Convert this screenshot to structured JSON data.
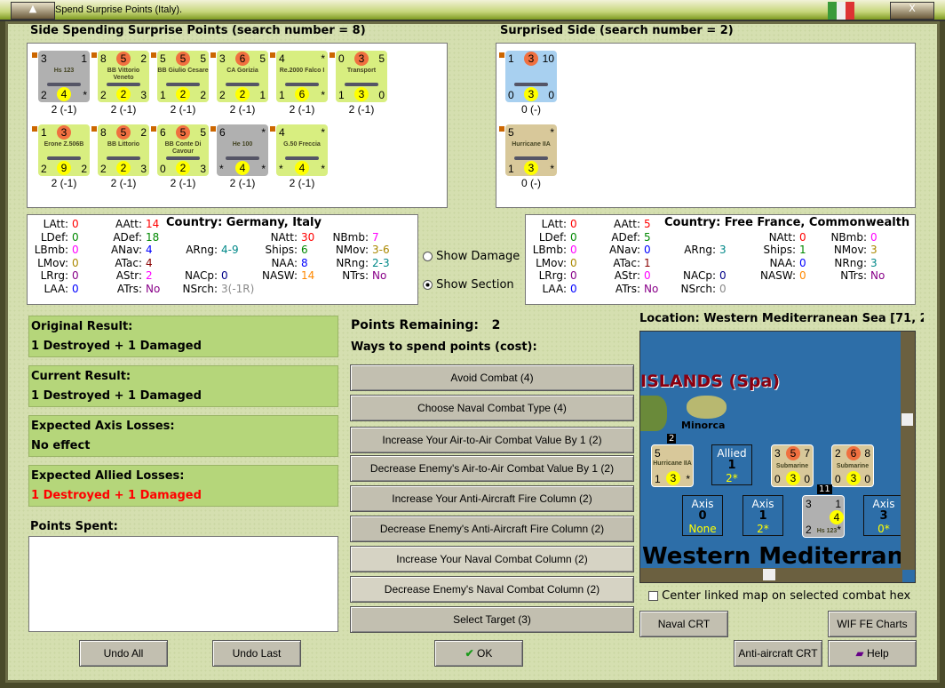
{
  "window": {
    "title": "Spend Surprise Points (Italy)."
  },
  "spending": {
    "header": "Side Spending Surprise Points (search number = 8)",
    "units": [
      {
        "tl": "3",
        "tr": "1",
        "name": "Hs 123",
        "bl": "2",
        "bc": "4",
        "br": "*",
        "tc": "",
        "bg": "#b0b0b0",
        "label": "2 (-1)"
      },
      {
        "tl": "8",
        "tc": "5",
        "tr": "2",
        "name": "BB Vittorio Veneto",
        "bl": "2",
        "bc": "2",
        "br": "3",
        "bg": "#d8ee80",
        "label": "2 (-1)"
      },
      {
        "tl": "5",
        "tc": "5",
        "tr": "5",
        "name": "BB Giulio Cesare",
        "bl": "1",
        "bc": "2",
        "br": "2",
        "bg": "#d8ee80",
        "label": "2 (-1)"
      },
      {
        "tl": "3",
        "tc": "6",
        "tr": "5",
        "name": "CA Gorizia",
        "bl": "2",
        "bc": "2",
        "br": "1",
        "bg": "#d8ee80",
        "label": "2 (-1)"
      },
      {
        "tl": "4",
        "tr": "*",
        "name": "Re.2000 Falco I",
        "bl": "1",
        "bc": "6",
        "br": "*",
        "tc": "",
        "bg": "#d8ee80",
        "label": "2 (-1)"
      },
      {
        "tl": "0",
        "tc": "3",
        "tr": "5",
        "name": "Transport",
        "bl": "1",
        "bc": "3",
        "br": "0",
        "bg": "#d8ee80",
        "label": "2 (-1)"
      },
      {
        "tl": "1",
        "tc": "3",
        "tr": "",
        "name": "Erone Z.506B",
        "bl": "2",
        "bc": "9",
        "br": "2",
        "bg": "#d8ee80",
        "label": "2 (-1)"
      },
      {
        "tl": "8",
        "tc": "5",
        "tr": "2",
        "name": "BB Littorio",
        "bl": "2",
        "bc": "2",
        "br": "3",
        "bg": "#d8ee80",
        "label": "2 (-1)"
      },
      {
        "tl": "6",
        "tc": "5",
        "tr": "5",
        "name": "BB Conte Di Cavour",
        "bl": "0",
        "bc": "2",
        "br": "3",
        "bg": "#d8ee80",
        "label": "2 (-1)"
      },
      {
        "tl": "6",
        "tr": "*",
        "name": "He 100",
        "bl": "*",
        "bc": "4",
        "br": "*",
        "tc": "",
        "bg": "#b0b0b0",
        "label": "2 (-1)"
      },
      {
        "tl": "4",
        "tr": "*",
        "name": "G.50 Freccia",
        "bl": "*",
        "bc": "4",
        "br": "*",
        "tc": "",
        "bg": "#d8ee80",
        "label": "2 (-1)"
      }
    ]
  },
  "surprised": {
    "header": "Surprised Side (search number = 2)",
    "units": [
      {
        "tl": "1",
        "tc": "3",
        "tr": "10",
        "name": "",
        "bl": "0",
        "bc": "3",
        "br": "0",
        "bg": "#a8d0f0",
        "label": "0 (-)"
      },
      {
        "tl": "5",
        "tr": "*",
        "name": "Hurricane IIA",
        "bl": "1",
        "bc": "3",
        "br": "*",
        "tc": "",
        "bg": "#d8c89a",
        "label": "0 (-)"
      }
    ]
  },
  "stats_left": {
    "country": "Country: Germany, Italy",
    "items": [
      [
        "LAtt:",
        "0",
        "#f00"
      ],
      [
        "LDef:",
        "0",
        "#080"
      ],
      [
        "LBmb:",
        "0",
        "#f0f"
      ],
      [
        "LMov:",
        "0",
        "#a80"
      ],
      [
        "LRrg:",
        "0",
        "#808"
      ],
      [
        "LAA:",
        "0",
        "#00f"
      ],
      [
        "AAtt:",
        "14",
        "#f00"
      ],
      [
        "ADef:",
        "18",
        "#080"
      ],
      [
        "ANav:",
        "4",
        "#00f"
      ],
      [
        "ATac:",
        "4",
        "#800"
      ],
      [
        "AStr:",
        "2",
        "#f0f"
      ],
      [
        "ATrs:",
        "No",
        "#808"
      ],
      [
        "ARng:",
        "4-9",
        "#088"
      ],
      [
        "NACp:",
        "0",
        "#008"
      ],
      [
        "NSrch:",
        "3(-1R)",
        "#888"
      ],
      [
        "NAtt:",
        "30",
        "#f00"
      ],
      [
        "Ships:",
        "6",
        "#080"
      ],
      [
        "NAA:",
        "8",
        "#00f"
      ],
      [
        "NASW:",
        "14",
        "#f80"
      ],
      [
        "NBmb:",
        "7",
        "#f0f"
      ],
      [
        "NMov:",
        "3-6",
        "#a80"
      ],
      [
        "NRng:",
        "2-3",
        "#088"
      ],
      [
        "NTrs:",
        "No",
        "#808"
      ]
    ]
  },
  "stats_right": {
    "country": "Country: Free France, Commonwealth",
    "items": [
      [
        "LAtt:",
        "0",
        "#f00"
      ],
      [
        "LDef:",
        "0",
        "#080"
      ],
      [
        "LBmb:",
        "0",
        "#f0f"
      ],
      [
        "LMov:",
        "0",
        "#a80"
      ],
      [
        "LRrg:",
        "0",
        "#808"
      ],
      [
        "LAA:",
        "0",
        "#00f"
      ],
      [
        "AAtt:",
        "5",
        "#f00"
      ],
      [
        "ADef:",
        "5",
        "#080"
      ],
      [
        "ANav:",
        "0",
        "#00f"
      ],
      [
        "ATac:",
        "1",
        "#800"
      ],
      [
        "AStr:",
        "0",
        "#f0f"
      ],
      [
        "ATrs:",
        "No",
        "#808"
      ],
      [
        "ARng:",
        "3",
        "#088"
      ],
      [
        "NACp:",
        "0",
        "#008"
      ],
      [
        "NSrch:",
        "0",
        "#888"
      ],
      [
        "NAtt:",
        "0",
        "#f00"
      ],
      [
        "Ships:",
        "1",
        "#080"
      ],
      [
        "NAA:",
        "0",
        "#00f"
      ],
      [
        "NASW:",
        "0",
        "#f80"
      ],
      [
        "NBmb:",
        "0",
        "#f0f"
      ],
      [
        "NMov:",
        "3",
        "#a80"
      ],
      [
        "NRng:",
        "3",
        "#088"
      ],
      [
        "NTrs:",
        "No",
        "#808"
      ]
    ]
  },
  "options": {
    "show_damage": "Show Damage",
    "show_section": "Show Section",
    "selected": "show_section"
  },
  "results": [
    {
      "title": "Original Result:",
      "value": "1 Destroyed + 1 Damaged",
      "color": "#000"
    },
    {
      "title": "Current Result:",
      "value": "1 Destroyed + 1 Damaged",
      "color": "#000"
    },
    {
      "title": "Expected Axis Losses:",
      "value": "No effect",
      "color": "#000"
    },
    {
      "title": "Expected Allied Losses:",
      "value": "1 Destroyed + 1 Damaged",
      "color": "#f00"
    }
  ],
  "points_spent_label": "Points Spent:",
  "points_remaining_label": "Points Remaining:",
  "points_remaining": "2",
  "ways_label": "Ways to spend points (cost):",
  "ways": [
    "Avoid Combat (4)",
    "Choose Naval Combat Type (4)",
    "Increase Your Air-to-Air Combat Value By 1 (2)",
    "Decrease Enemy's Air-to-Air Combat Value By 1 (2)",
    "Increase Your Anti-Aircraft Fire Column (2)",
    "Decrease Enemy's Anti-Aircraft Fire Column (2)",
    "Increase Your Naval Combat Column (2)",
    "Decrease Enemy's Naval Combat Column (2)",
    "Select Target (3)"
  ],
  "map": {
    "location": "Location: Western Mediterranean Sea [71, 2",
    "region": "ISLANDS (Spa)",
    "island": "Minorca",
    "sea": "Western Mediterran",
    "stack1": "2",
    "stack2": "11",
    "allied": {
      "side": "Allied",
      "n": "1",
      "v": "2*"
    },
    "axis": [
      {
        "side": "Axis",
        "n": "0",
        "v": "None"
      },
      {
        "side": "Axis",
        "n": "1",
        "v": "2*"
      },
      {
        "side": "Axis",
        "n": "3",
        "v": "0*"
      }
    ],
    "hurricane": {
      "tl": "5",
      "name": "Hurricane IIA",
      "bl": "1",
      "bc": "3",
      "br": "*"
    },
    "subs": [
      {
        "tl": "3",
        "tc": "5",
        "tr": "7",
        "name": "Submarine",
        "bl": "0",
        "bc": "3",
        "br": "0"
      },
      {
        "tl": "2",
        "tc": "6",
        "tr": "8",
        "name": "Submarine",
        "bl": "0",
        "bc": "3",
        "br": "0"
      }
    ],
    "hs": {
      "tl": "3",
      "tr": "1",
      "name": "Hs 123",
      "bl": "2",
      "bc": "4",
      "br": "*"
    }
  },
  "center_map_label": "Center linked map on selected combat hex",
  "buttons": {
    "naval_crt": "Naval CRT",
    "wif_charts": "WIF FE Charts",
    "aa_crt": "Anti-aircraft CRT",
    "help": "Help",
    "undo_all": "Undo All",
    "undo_last": "Undo Last",
    "ok": "OK"
  }
}
